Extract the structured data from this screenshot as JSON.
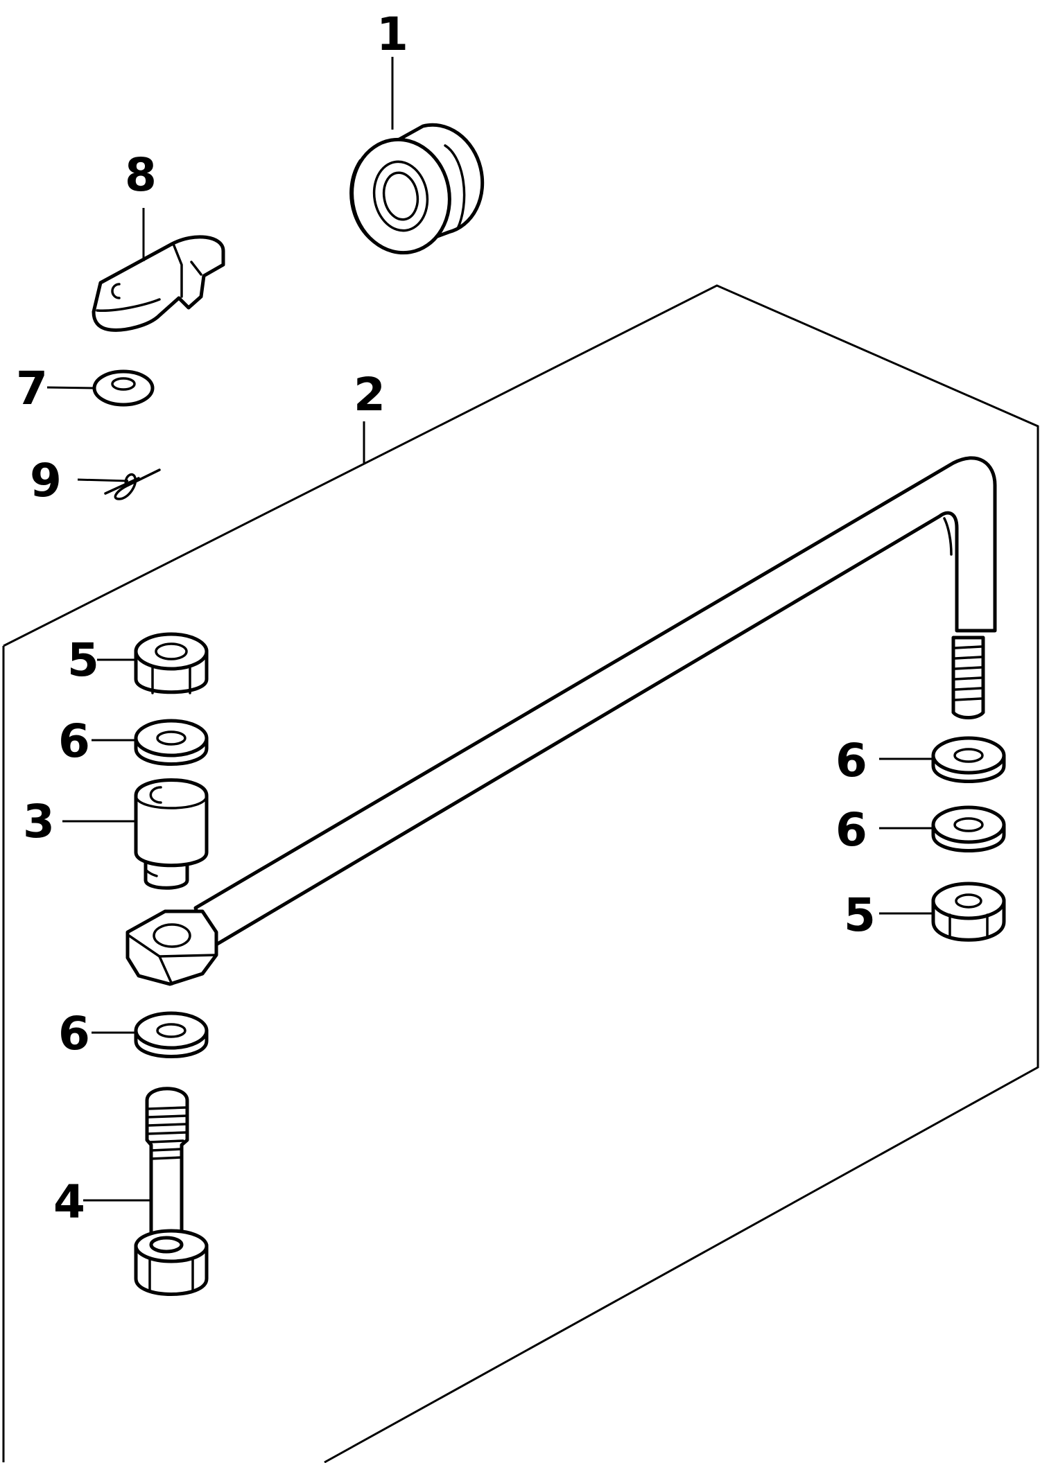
{
  "diagram": {
    "callouts": {
      "c1": "1",
      "c2": "2",
      "c3": "3",
      "c4": "4",
      "c5_left": "5",
      "c5_right": "5",
      "c6_left_upper": "6",
      "c6_left_lower": "6",
      "c6_right_upper": "6",
      "c6_right_lower": "6",
      "c7": "7",
      "c8": "8",
      "c9": "9"
    },
    "colors": {
      "line": "#000000",
      "background": "#ffffff"
    }
  }
}
